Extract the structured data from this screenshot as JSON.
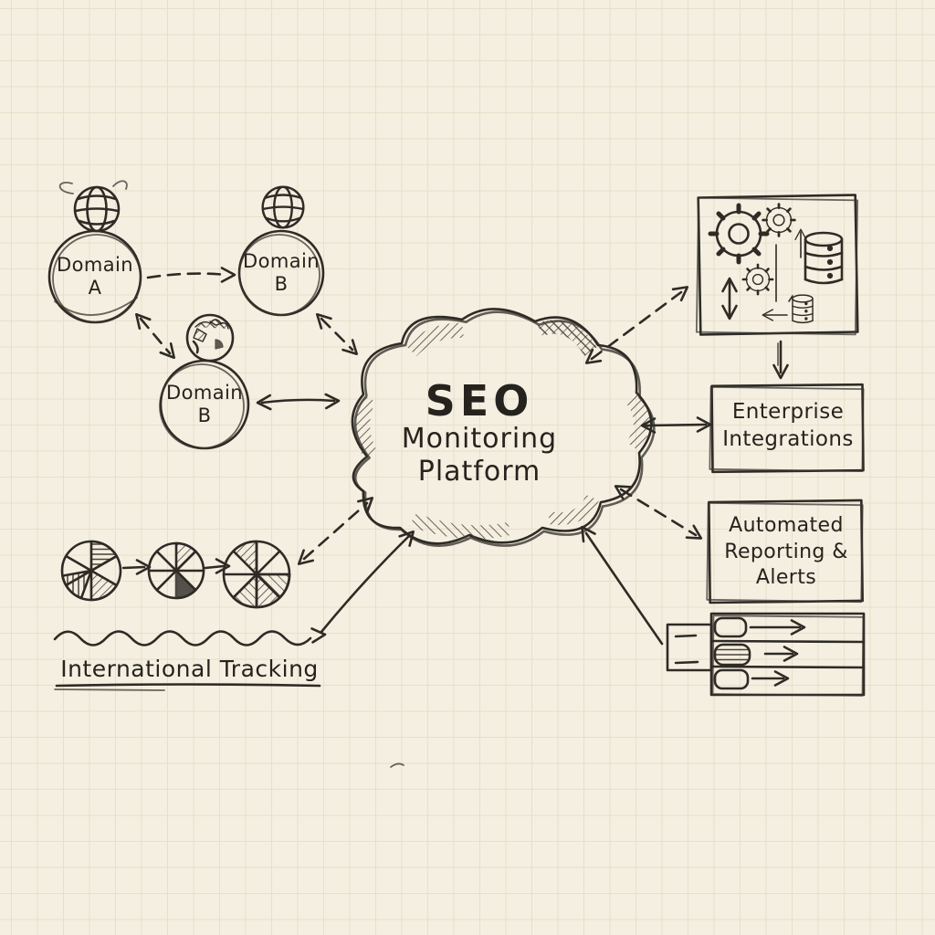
{
  "palette": {
    "background": "#f5efe1",
    "grid_line": "#e7dfca",
    "ink": "#2e2b26",
    "hatch": "#45413a"
  },
  "nodes": {
    "domain_a": {
      "label": "Domain A",
      "icon": "globe-icon"
    },
    "domain_b_primary": {
      "label": "Domain B",
      "icon": "globe-icon"
    },
    "domain_b_secondary": {
      "label": "Domain B",
      "icon": "globe-earth-icon"
    },
    "platform": {
      "lines": [
        "SEO",
        "Monitoring",
        "Platform"
      ]
    },
    "integration_systems": {
      "icons": [
        "gear-icon",
        "gear-icon",
        "gear-icon",
        "database-icon",
        "database-icon",
        "up-down-arrow-icon"
      ]
    },
    "enterprise_integrations": {
      "label": "Enterprise Integrations"
    },
    "automated_reporting": {
      "label": "Automated Reporting & Alerts"
    },
    "international_tracking": {
      "label": "International Tracking",
      "icons": [
        "pie-chart-icon",
        "pie-chart-icon",
        "pie-chart-icon",
        "wavy-trend-arrow-icon"
      ]
    },
    "report_pipeline": {
      "icon": "report-progress-bars-icon"
    }
  },
  "edges": [
    {
      "from": "domain-a",
      "to": "domain-b-primary",
      "style": "dashed",
      "bidirectional": false
    },
    {
      "from": "domain-a",
      "to": "domain-b-secondary",
      "style": "dashed",
      "bidirectional": true
    },
    {
      "from": "domain-b-primary",
      "to": "platform",
      "style": "dashed",
      "bidirectional": true
    },
    {
      "from": "domain-b-secondary",
      "to": "platform",
      "style": "solid",
      "bidirectional": true
    },
    {
      "from": "pie-charts",
      "to": "platform",
      "style": "dashed",
      "bidirectional": true
    },
    {
      "from": "international-tracking",
      "to": "platform",
      "style": "solid",
      "bidirectional": false
    },
    {
      "from": "platform",
      "to": "integration-systems",
      "style": "dashed",
      "bidirectional": true
    },
    {
      "from": "integration-systems",
      "to": "enterprise-integrations",
      "style": "solid",
      "bidirectional": false
    },
    {
      "from": "platform",
      "to": "enterprise-integrations",
      "style": "solid",
      "bidirectional": true
    },
    {
      "from": "platform",
      "to": "automated-reporting",
      "style": "dashed",
      "bidirectional": true
    },
    {
      "from": "report-pipeline",
      "to": "platform",
      "style": "solid",
      "bidirectional": false
    }
  ]
}
